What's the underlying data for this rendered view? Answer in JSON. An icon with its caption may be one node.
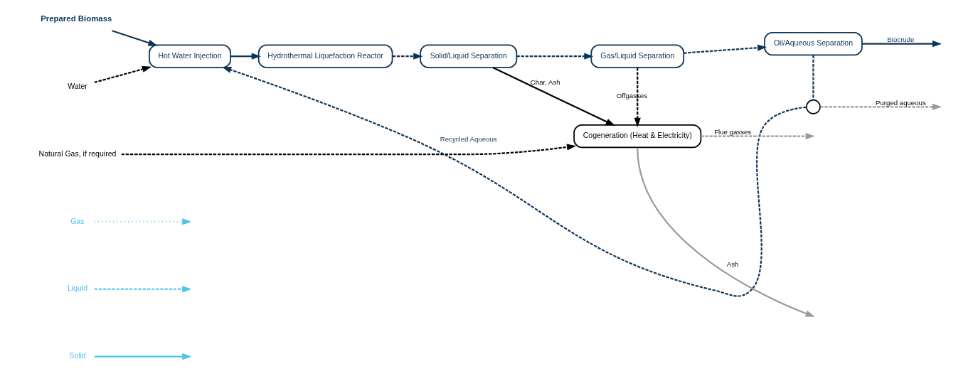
{
  "diagram": {
    "nodes": [
      {
        "text": [
          "Prepared Biomass"
        ]
      },
      {
        "text": [
          "Water"
        ]
      },
      {
        "text": [
          "Natural Gas, if required"
        ]
      },
      {
        "text": [
          "Hot Water Injection"
        ]
      },
      {
        "text": [
          "Hydrothermal Liquefaction Reactor"
        ]
      },
      {
        "text": [
          "Solid/Liquid Separation"
        ]
      },
      {
        "text": [
          "Gas/Liquid Separation"
        ]
      },
      {
        "text": [
          "Oil/Aqueous Separation"
        ]
      },
      {
        "text": [],
        "shape": "circle"
      },
      {
        "text": [
          "Cogeneration (Heat & Electricity)"
        ]
      }
    ],
    "edges": [
      {
        "from": 0,
        "to": 3,
        "arrow": "to"
      },
      {
        "from": 1,
        "to": 3,
        "arrow": "to",
        "style": "dashed",
        "color": "#000000"
      },
      {
        "from": 3,
        "to": 4,
        "arrow": "to"
      },
      {
        "from": 4,
        "to": 5,
        "arrow": "to",
        "style": "dashed"
      },
      {
        "from": 5,
        "to": 6,
        "arrow": "to",
        "style": "dashed"
      },
      {
        "from": 6,
        "to": 7,
        "arrow": "to",
        "style": "dashed"
      },
      {
        "from": 7,
        "to": null,
        "arrow": "to",
        "label": "Biocrude"
      },
      {
        "from": 7,
        "to": 8,
        "arrow": "none",
        "style": "dashed"
      },
      {
        "from": 8,
        "to": 3,
        "arrow": "to",
        "style": "dashed",
        "label": "Recycled Aqueous"
      },
      {
        "from": 8,
        "to": null,
        "arrow": "to",
        "style": "dashed",
        "color": "#999999",
        "label": "Purged aqueous"
      },
      {
        "from": 5,
        "to": 9,
        "arrow": "to",
        "color": "#000000",
        "label": "Char, Ash"
      },
      {
        "from": 6,
        "to": 9,
        "arrow": "to",
        "style": "dashed",
        "color": "#000000",
        "label": "Offgasses"
      },
      {
        "from": 2,
        "to": 9,
        "arrow": "to",
        "style": "dashed",
        "color": "#000000"
      },
      {
        "from": 9,
        "to": null,
        "arrow": "to",
        "color": "#999999",
        "label": "Ash"
      },
      {
        "from": 9,
        "to": null,
        "arrow": "to",
        "style": "dashed",
        "color": "#999999",
        "label": "Flue gasses"
      }
    ],
    "legend": [
      {
        "text": "Gas"
      },
      {
        "text": "Liquid"
      },
      {
        "text": "Solid"
      }
    ]
  }
}
